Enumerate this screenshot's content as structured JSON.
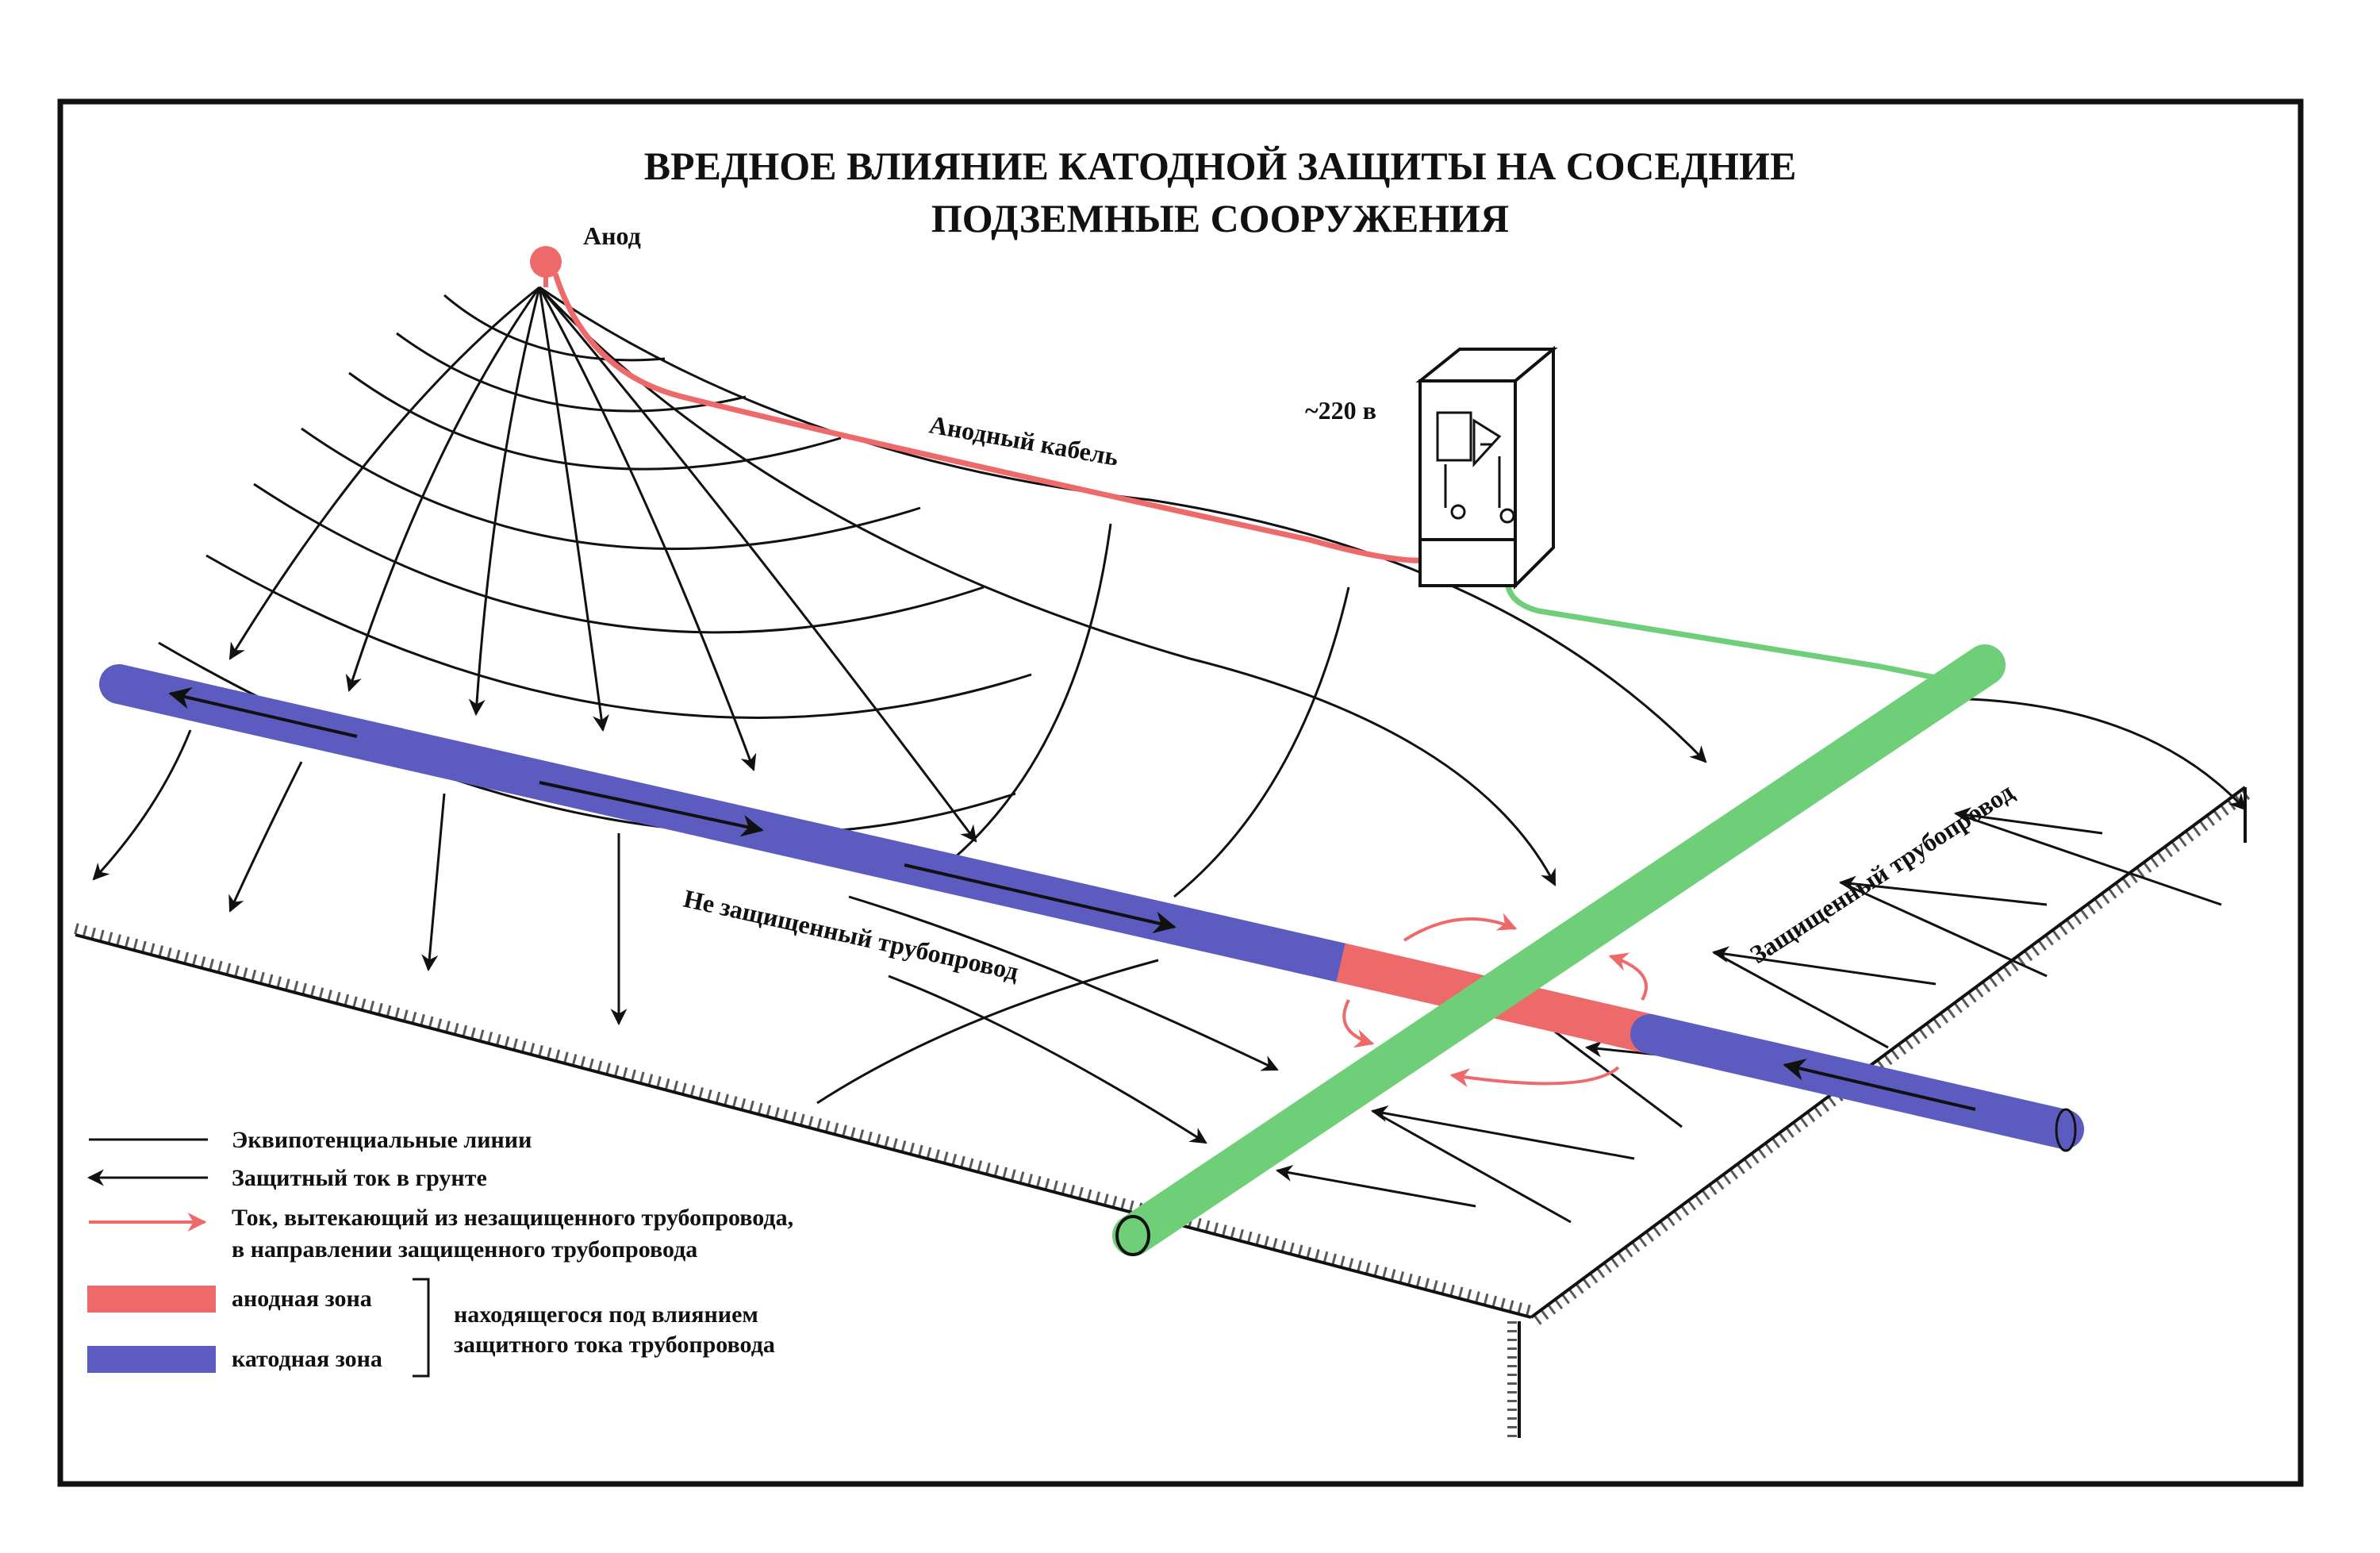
{
  "title": {
    "line1": "ВРЕДНОЕ ВЛИЯНИЕ КАТОДНОЙ ЗАЩИТЫ НА СОСЕДНИЕ",
    "line2": "ПОДЗЕМНЫЕ СООРУЖЕНИЯ"
  },
  "labels": {
    "anode": "Анод",
    "anode_cable": "Анодный кабель",
    "voltage": "~220 в",
    "unprotected_pipe": "Не защищенный трубопровод",
    "protected_pipe": "Защищенный трубопровод"
  },
  "legend": {
    "equipotential": "Эквипотенциальные линии",
    "protective_current": "Защитный ток в грунте",
    "leak_current_line1": "Ток, вытекающий из незащищенного трубопровода,",
    "leak_current_line2": "в направлении защищенного трубопровода",
    "anode_zone": "анодная зона",
    "cathode_zone": "катодная зона",
    "bracket_note_line1": "находящегося под влиянием",
    "bracket_note_line2": "защитного тока трубопровода"
  },
  "colors": {
    "anode_red": "#ee6a6a",
    "cathode_blue": "#5c5cc0",
    "protected_green": "#6fce78",
    "line_black": "#111111"
  },
  "icons": {
    "anode": "anode-electrode-icon",
    "station": "cathodic-protection-station-icon",
    "rectifier": "rectifier-diode-icon"
  }
}
